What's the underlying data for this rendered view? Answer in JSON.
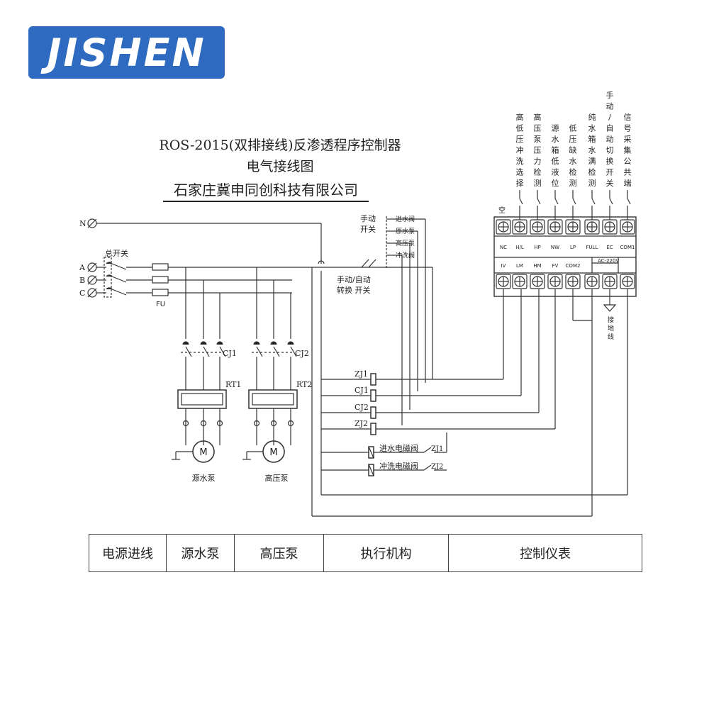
{
  "logo": {
    "text": "JISHEN",
    "color": "#2e6bc0"
  },
  "title": {
    "line1": "ROS-2015(双排接线)反渗透程序控制器",
    "line2": "电气接线图",
    "company": "石家庄冀申同创科技有限公司"
  },
  "power": {
    "n_label": "N",
    "phases": [
      "A",
      "B",
      "C"
    ],
    "main_switch": "总开关",
    "fuse": "FU"
  },
  "contactors": {
    "cj1": "CJ1",
    "cj2": "CJ2",
    "rt1": "RT1",
    "rt2": "RT2"
  },
  "motors": {
    "source_pump": "源水泵",
    "hp_pump": "高压泵",
    "symbol": "M"
  },
  "manual_switch": {
    "top_line1": "手动",
    "top_line2": "开关",
    "items": [
      "进水阀",
      "原水泵",
      "高压泵",
      "冲洗阀"
    ],
    "bottom_line1": "手动/自动",
    "bottom_line2": "转换 开关"
  },
  "relays": [
    "ZJ1",
    "CJ1",
    "CJ2",
    "ZJ2"
  ],
  "valves": [
    {
      "name": "进水电磁阀",
      "relay": "ZJ1"
    },
    {
      "name": "冲洗电磁阀",
      "relay": "ZJ2"
    }
  ],
  "controller": {
    "empty_label": "空",
    "vertical_labels": [
      "高低压冲洗选择",
      "高压泵压力检测",
      "源水箱低液位",
      "低压缺水检测",
      "纯水箱水满检测",
      "手动/自动切换开关",
      "信号采集公共端"
    ],
    "top_terminals": [
      "NC",
      "H/L",
      "HP",
      "NW",
      "LP",
      "FULL",
      "EC",
      "COM1"
    ],
    "bottom_terminals": [
      "IV",
      "LM",
      "HM",
      "FV",
      "COM2"
    ],
    "ac_label": "AC-220V",
    "ground": [
      "接",
      "地",
      "线"
    ]
  },
  "table": [
    "电源进线",
    "源水泵",
    "高压泵",
    "执行机构",
    "控制仪表"
  ]
}
